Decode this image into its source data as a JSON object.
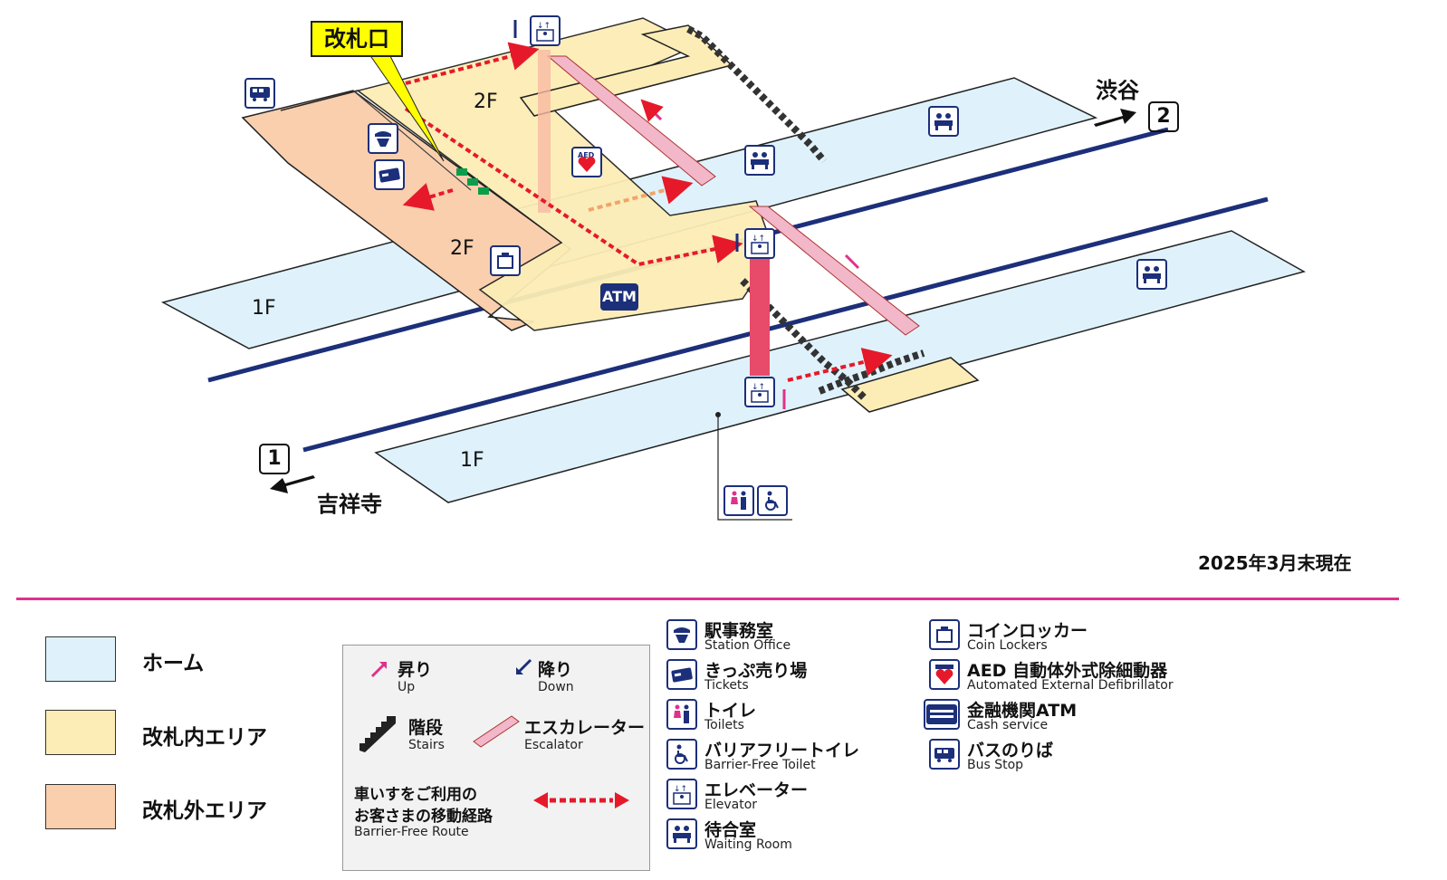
{
  "map": {
    "gate_label": "改札口",
    "floor_2f": "2F",
    "floor_1f": "1F",
    "dest_shibuya": "渋谷",
    "dest_kichijoji": "吉祥寺",
    "platform_1": "1",
    "platform_2": "2",
    "atm": "ATM",
    "aed": "AED",
    "date_note": "2025年3月末現在"
  },
  "colors": {
    "platform": "#dff2fb",
    "inside": "#fcedb6",
    "outside": "#f9cfae",
    "track": "#1c2f7a",
    "route": "#e6192a",
    "divider": "#e0318a",
    "icon": "#1c2f7a",
    "escalator": "#f2b7c8"
  },
  "legend": {
    "areas": [
      {
        "label": "ホーム",
        "color": "#dff2fb"
      },
      {
        "label": "改札内エリア",
        "color": "#fcedb6"
      },
      {
        "label": "改札外エリア",
        "color": "#f9cfae"
      }
    ],
    "box": {
      "up_jp": "昇り",
      "up_en": "Up",
      "down_jp": "降り",
      "down_en": "Down",
      "stairs_jp": "階段",
      "stairs_en": "Stairs",
      "escalator_jp": "エスカレーター",
      "escalator_en": "Escalator",
      "route_jp1": "車いすをご利用の",
      "route_jp2": "お客さまの移動経路",
      "route_en": "Barrier-Free Route"
    },
    "facilities_left": [
      {
        "icon": "station-office-icon",
        "jp": "駅事務室",
        "en": "Station Office"
      },
      {
        "icon": "ticket-icon",
        "jp": "きっぷ売り場",
        "en": "Tickets"
      },
      {
        "icon": "toilet-icon",
        "jp": "トイレ",
        "en": "Toilets"
      },
      {
        "icon": "wheelchair-icon",
        "jp": "バリアフリートイレ",
        "en": "Barrier-Free Toilet"
      },
      {
        "icon": "elevator-icon",
        "jp": "エレベーター",
        "en": "Elevator"
      },
      {
        "icon": "waiting-room-icon",
        "jp": "待合室",
        "en": "Waiting Room"
      }
    ],
    "facilities_right": [
      {
        "icon": "coin-locker-icon",
        "jp": "コインロッカー",
        "en": "Coin Lockers"
      },
      {
        "icon": "aed-icon",
        "jp": "AED 自動体外式除細動器",
        "en": "Automated External Defibrillator"
      },
      {
        "icon": "atm-icon",
        "jp": "金融機関ATM",
        "en": "Cash service"
      },
      {
        "icon": "bus-icon",
        "jp": "バスのりば",
        "en": "Bus Stop"
      }
    ]
  }
}
